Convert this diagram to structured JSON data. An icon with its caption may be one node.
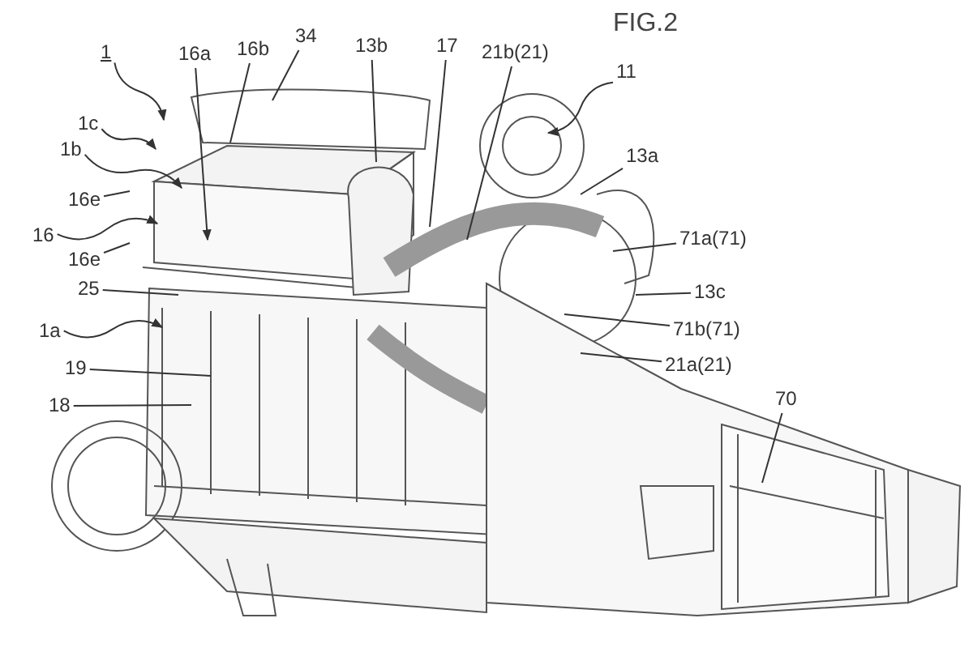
{
  "diagram": {
    "title": "FIG.2",
    "nodes": [
      {
        "text": [
          "1"
        ]
      },
      {
        "text": [
          "16a"
        ]
      },
      {
        "text": [
          "16b"
        ]
      },
      {
        "text": [
          "34"
        ]
      },
      {
        "text": [
          "13b"
        ]
      },
      {
        "text": [
          "17"
        ]
      },
      {
        "text": [
          "21b(21)"
        ]
      },
      {
        "text": [
          "11"
        ]
      },
      {
        "text": [
          "13a"
        ]
      },
      {
        "text": [
          "1c"
        ]
      },
      {
        "text": [
          "1b"
        ]
      },
      {
        "text": [
          "16e"
        ]
      },
      {
        "text": [
          "16"
        ]
      },
      {
        "text": [
          "16e"
        ]
      },
      {
        "text": [
          "25"
        ]
      },
      {
        "text": [
          "1a"
        ]
      },
      {
        "text": [
          "19"
        ]
      },
      {
        "text": [
          "18"
        ]
      },
      {
        "text": [
          "71a(71)"
        ]
      },
      {
        "text": [
          "13c"
        ]
      },
      {
        "text": [
          "71b(71)"
        ]
      },
      {
        "text": [
          "21a(21)"
        ]
      },
      {
        "text": [
          "70"
        ]
      }
    ],
    "edges": [
      {
        "from": 0,
        "to": null,
        "arrow": "to"
      },
      {
        "from": 1,
        "to": null,
        "arrow": "to"
      },
      {
        "from": 2,
        "to": null,
        "arrow": "none"
      },
      {
        "from": 3,
        "to": null,
        "arrow": "none"
      },
      {
        "from": 4,
        "to": null,
        "arrow": "none"
      },
      {
        "from": 5,
        "to": null,
        "arrow": "none"
      },
      {
        "from": 6,
        "to": null,
        "arrow": "none"
      },
      {
        "from": 7,
        "to": null,
        "arrow": "to"
      },
      {
        "from": 8,
        "to": null,
        "arrow": "none"
      },
      {
        "from": 9,
        "to": null,
        "arrow": "to"
      },
      {
        "from": 10,
        "to": null,
        "arrow": "to"
      },
      {
        "from": 11,
        "to": null,
        "arrow": "none"
      },
      {
        "from": 12,
        "to": null,
        "arrow": "to"
      },
      {
        "from": 13,
        "to": null,
        "arrow": "none"
      },
      {
        "from": 14,
        "to": null,
        "arrow": "none"
      },
      {
        "from": 15,
        "to": null,
        "arrow": "to"
      },
      {
        "from": 16,
        "to": null,
        "arrow": "none"
      },
      {
        "from": 17,
        "to": null,
        "arrow": "none"
      },
      {
        "from": 18,
        "to": null,
        "arrow": "none"
      },
      {
        "from": 19,
        "to": null,
        "arrow": "none"
      },
      {
        "from": 20,
        "to": null,
        "arrow": "none"
      },
      {
        "from": 21,
        "to": null,
        "arrow": "none"
      },
      {
        "from": 22,
        "to": null,
        "arrow": "none"
      }
    ]
  }
}
